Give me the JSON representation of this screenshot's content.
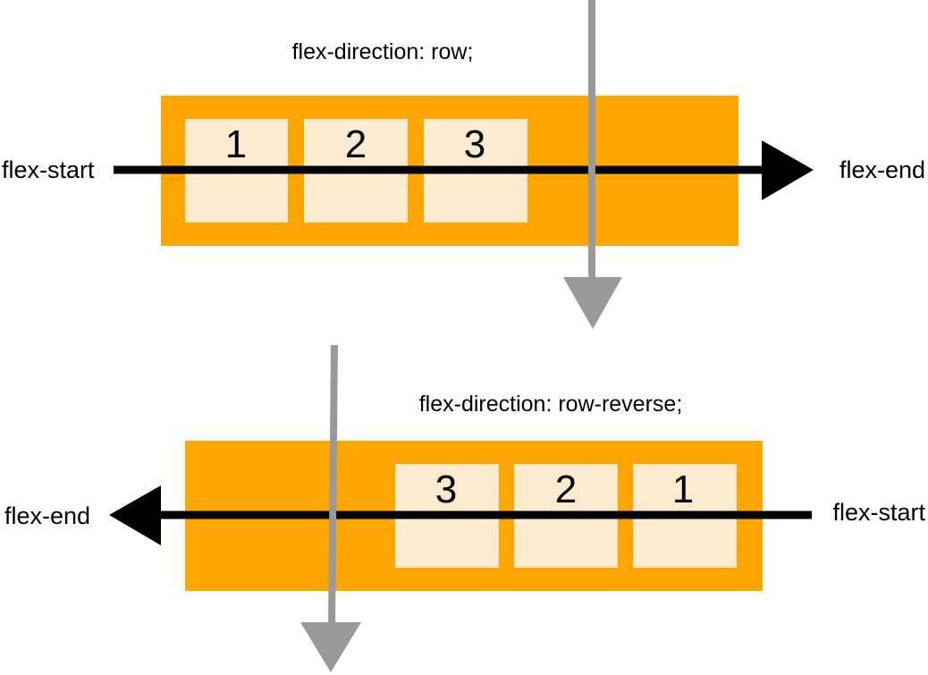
{
  "colors": {
    "container": "#FFA500",
    "item": "#FDEBD0",
    "main_axis": "#000000",
    "cross_axis": "#999999"
  },
  "row_example": {
    "caption": "flex-direction: row;",
    "start_label": "flex-start",
    "end_label": "flex-end",
    "items": [
      "1",
      "2",
      "3"
    ]
  },
  "row_reverse_example": {
    "caption": "flex-direction: row-reverse;",
    "start_label": "flex-start",
    "end_label": "flex-end",
    "items": [
      "3",
      "2",
      "1"
    ]
  }
}
